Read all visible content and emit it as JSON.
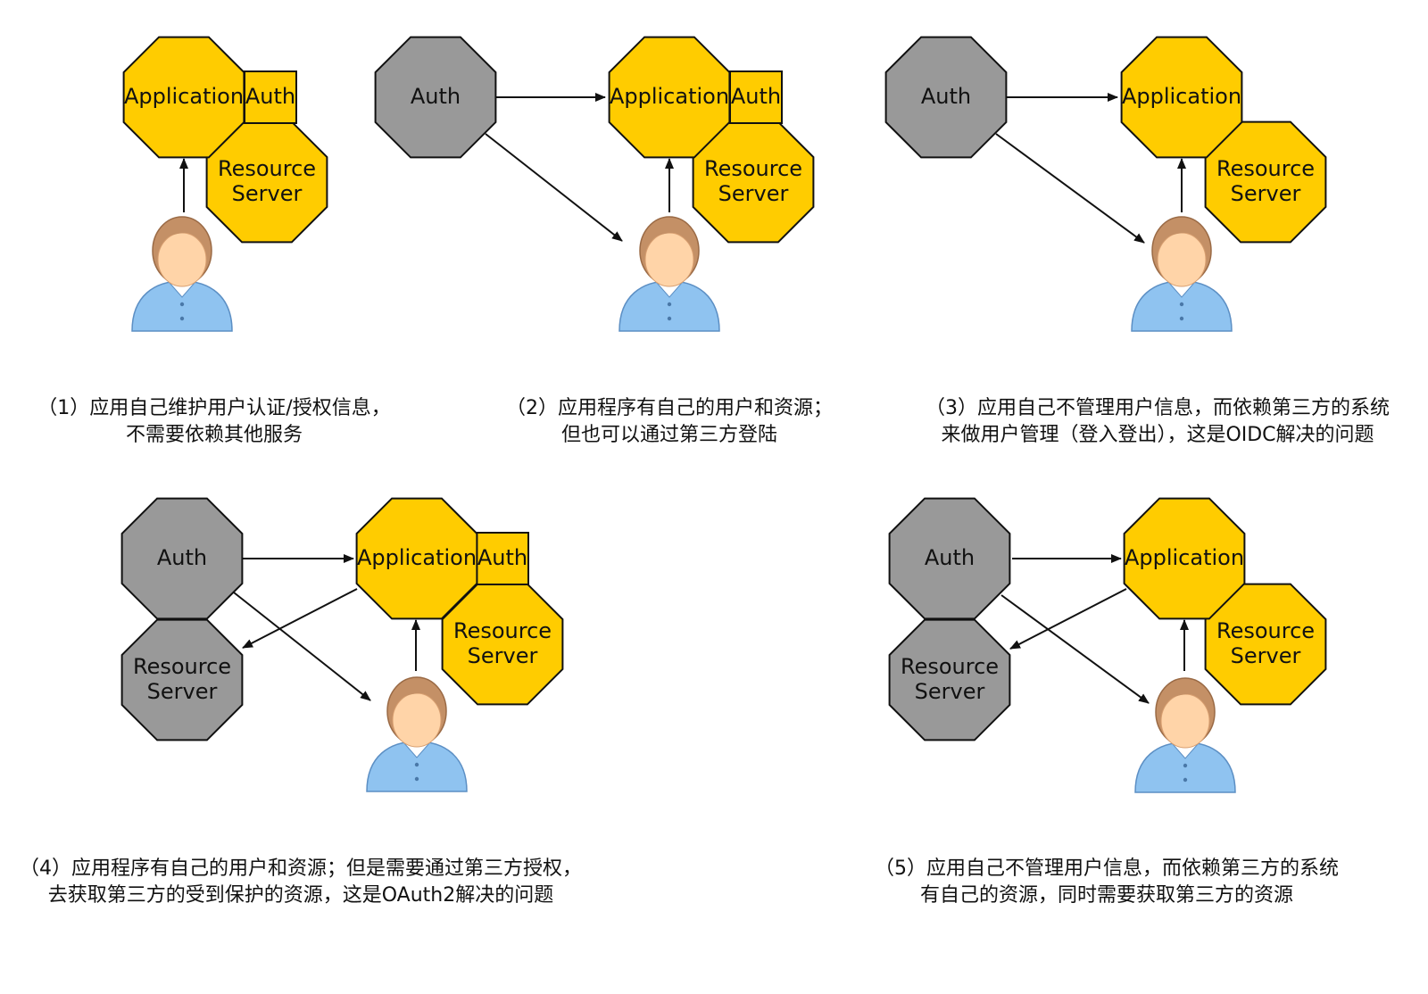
{
  "colors": {
    "yellow": "#FFCC00",
    "gray": "#999999",
    "stroke": "#111111",
    "skin": "#FFD4A8",
    "hair": "#C49066",
    "shirt": "#8FC3F0"
  },
  "labels": {
    "application": "Application",
    "auth": "Auth",
    "resource_line1": "Resource",
    "resource_line2": "Server"
  },
  "captions": [
    {
      "line1": "（1）应用自己维护用户认证/授权信息，",
      "line2": "不需要依赖其他服务"
    },
    {
      "line1": "（2）应用程序有自己的用户和资源；",
      "line2": "但也可以通过第三方登陆"
    },
    {
      "line1": "（3）应用自己不管理用户信息，而依赖第三方的系统",
      "line2": "来做用户管理（登入登出），这是OIDC解决的问题"
    },
    {
      "line1": "（4）应用程序有自己的用户和资源；但是需要通过第三方授权，",
      "line2": "去获取第三方的受到保护的资源，这是OAuth2解决的问题"
    },
    {
      "line1": "（5）应用自己不管理用户信息，而依赖第三方的系统",
      "line2": "有自己的资源，同时需要获取第三方的资源"
    }
  ],
  "icons": {
    "user": "user-icon",
    "arrow": "arrow-icon"
  }
}
